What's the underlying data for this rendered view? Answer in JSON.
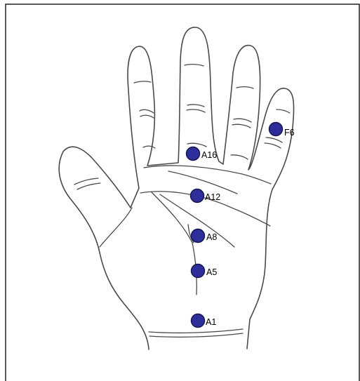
{
  "colors": {
    "point_fill": "#2e2e9a",
    "point_stroke": "#15154f",
    "outline": "#4a4a4a",
    "frame": "#000000"
  },
  "points": [
    {
      "id": "F6",
      "label": "F6"
    },
    {
      "id": "A16",
      "label": "A16"
    },
    {
      "id": "A12",
      "label": "A12"
    },
    {
      "id": "A8",
      "label": "A8"
    },
    {
      "id": "A5",
      "label": "A5"
    },
    {
      "id": "A1",
      "label": "A1"
    }
  ]
}
